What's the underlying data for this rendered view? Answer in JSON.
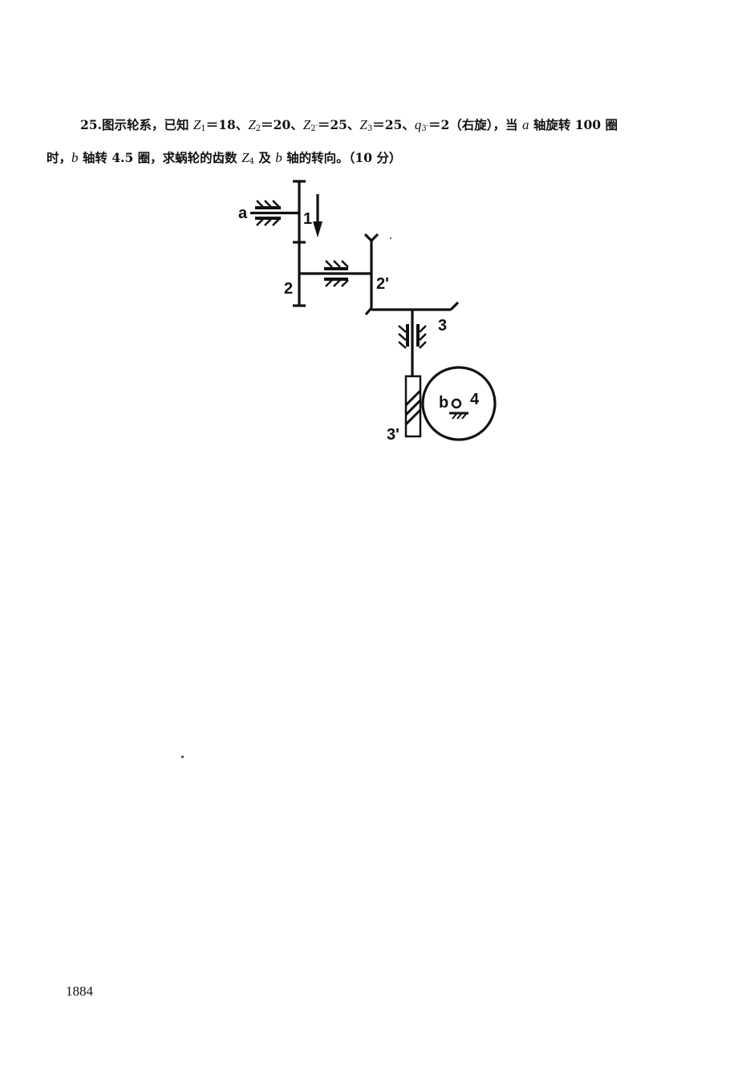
{
  "question": {
    "number": "25.",
    "l1_a": "图示轮系，已知",
    "z1_label": "Z",
    "z1_sub": "1",
    "z1_value": "＝18、",
    "z2_label": "Z",
    "z2_sub": "2",
    "z2_value": "＝20、",
    "z2p_label": "Z",
    "z2p_sub": "2′",
    "z2p_value": "＝25、",
    "z3_label": "Z",
    "z3_sub": "3",
    "z3_value": "＝25、",
    "q_label": "q",
    "q_sub": "3′",
    "q_value": "＝2（右旋），当",
    "a_var": "a",
    "l1_b": "轴旋转 100 圈",
    "l2_a": "时，",
    "b_var": "b",
    "l2_b": "轴转 4.5 圈，求蜗轮的齿数",
    "z4_label": "Z",
    "z4_sub": "4",
    "l2_c": "及",
    "b_var2": "b",
    "l2_d": "轴的转向。（10 分）"
  },
  "diagram_labels": {
    "shaft_a": "a",
    "gear_1": "1",
    "gear_2": "2",
    "gear_2p": "2'",
    "gear_3": "3",
    "gear_3p": "3'",
    "shaft_b": "b",
    "gear_4": "4"
  },
  "page_number": "1884"
}
